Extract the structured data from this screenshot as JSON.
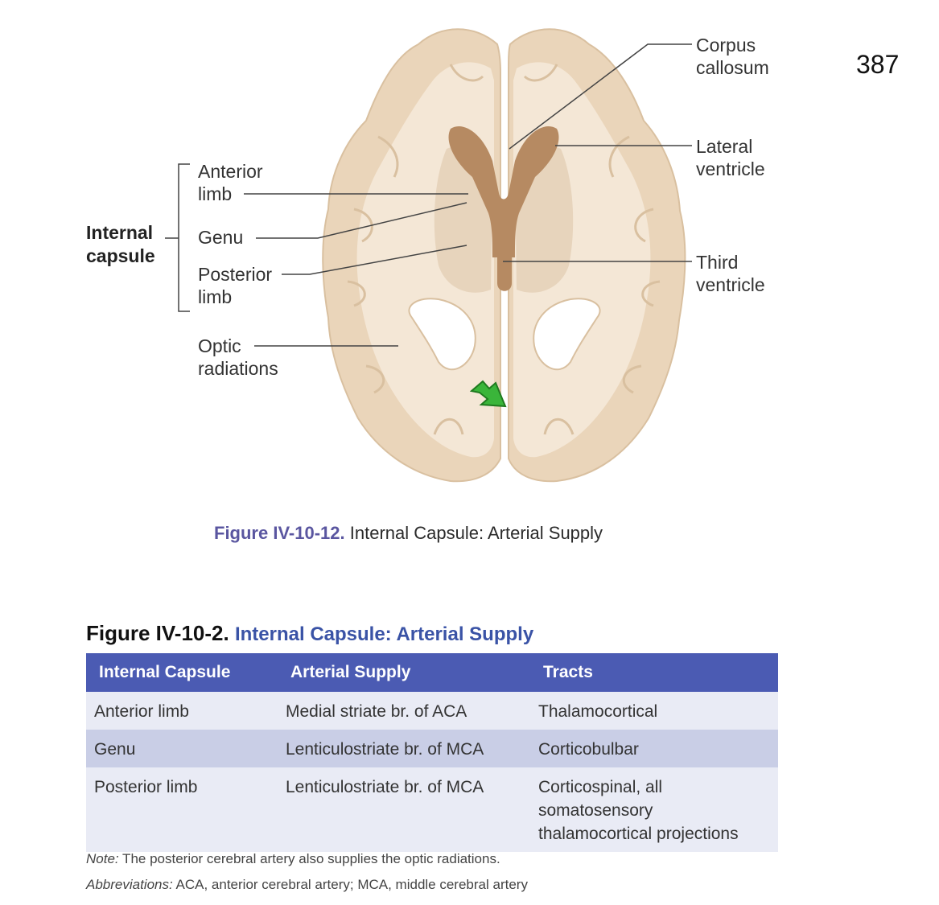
{
  "page_number": "387",
  "figure": {
    "labels": {
      "corpus_callosum": [
        "Corpus",
        "callosum"
      ],
      "lateral_ventricle": [
        "Lateral",
        "ventricle"
      ],
      "third_ventricle": [
        "Third",
        "ventricle"
      ],
      "internal_capsule": [
        "Internal",
        "capsule"
      ],
      "anterior_limb": [
        "Anterior",
        "limb"
      ],
      "genu": "Genu",
      "posterior_limb": [
        "Posterior",
        "limb"
      ],
      "optic_radiations": [
        "Optic",
        "radiations"
      ]
    },
    "caption_number": "Figure IV-10-12.",
    "caption_text": "Internal Capsule: Arterial Supply",
    "colors": {
      "white_matter": "#f4e7d6",
      "gray_matter": "#ead5ba",
      "ventricle": "#b68a62",
      "arrow": "#3ab53a"
    }
  },
  "table": {
    "title_number": "Figure IV-10-2.",
    "title_text": "Internal Capsule: Arterial Supply",
    "headers": [
      "Internal Capsule",
      "Arterial Supply",
      "Tracts"
    ],
    "rows": [
      [
        "Anterior limb",
        "Medial striate br. of ACA",
        "Thalamocortical"
      ],
      [
        "Genu",
        "Lenticulostriate br. of MCA",
        "Corticobulbar"
      ],
      [
        "Posterior limb",
        "Lenticulostriate br. of MCA",
        [
          "Corticospinal, all",
          "somatosensory",
          "thalamocortical projections"
        ]
      ]
    ],
    "colors": {
      "header": "#4b5bb3",
      "row_light": "#e9ebf5",
      "row_dark": "#c9cee6"
    }
  },
  "notes": {
    "note_lead": "Note:",
    "note_text": " The posterior cerebral artery also supplies the optic radiations.",
    "abbr_lead": "Abbreviations:",
    "abbr_text": " ACA, anterior cerebral artery; MCA, middle cerebral artery"
  }
}
